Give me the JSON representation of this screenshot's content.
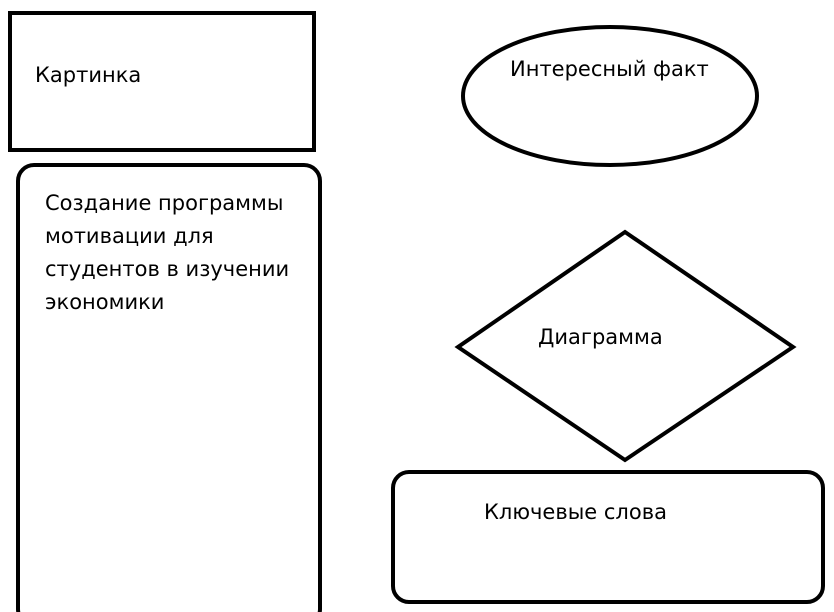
{
  "diagram": {
    "picture_box": {
      "label": "Картинка"
    },
    "fact_ellipse": {
      "label": "Интересный факт"
    },
    "title_box": {
      "lines": [
        "Создание программы",
        "мотивации для",
        "студентов в изучении",
        "экономики"
      ]
    },
    "diagram_diamond": {
      "label": "Диаграмма"
    },
    "keywords_box": {
      "label": "Ключевые слова"
    }
  }
}
